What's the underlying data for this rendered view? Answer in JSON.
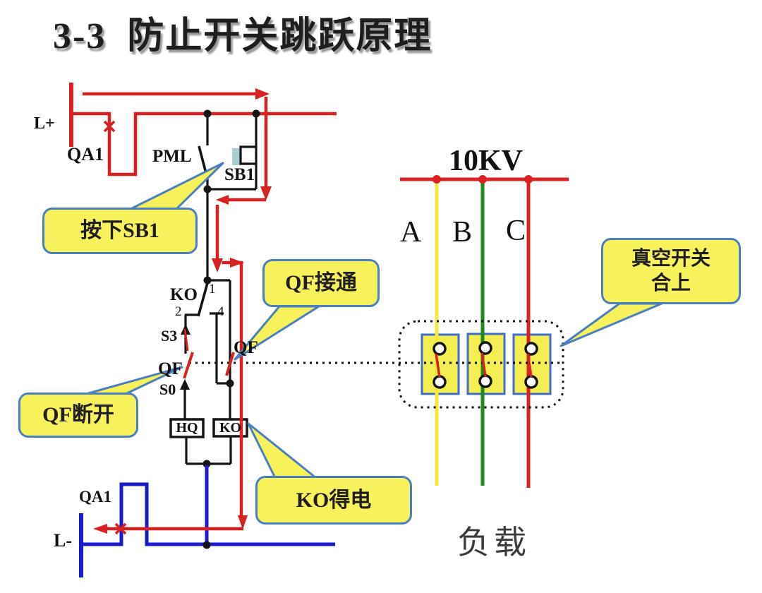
{
  "title": "3-3  防止开关跳跃原理",
  "control_circuit": {
    "l_plus": "L+",
    "qa1": "QA1",
    "pml": "PML",
    "sb1": "SB1",
    "ko_contact": "KO",
    "n1": "1",
    "n2": "2",
    "n4": "4",
    "s3": "S3",
    "qf_left": "QF",
    "s0": "S0",
    "qf_right": "QF",
    "hq_coil": "HQ",
    "ko_coil": "KO",
    "qa1_wave": "QA1",
    "l_minus": "L-"
  },
  "power_circuit": {
    "bus_voltage": "10KV",
    "phase_a": "A",
    "phase_b": "B",
    "phase_c": "C",
    "load": "负载"
  },
  "callouts": {
    "press_sb1": "按下SB1",
    "qf_closed": "QF接通",
    "qf_open": "QF断开",
    "ko_energized": "KO得电",
    "vacuum_line1": "真空开关",
    "vacuum_line2": "合上"
  },
  "colors": {
    "wire_red": "#d92121",
    "wire_blue": "#1a1acc",
    "phase_yellow": "#f2e93e",
    "phase_green": "#1d8a1d",
    "callout_fill": "#f7f25c",
    "callout_border": "#4a7fc1"
  }
}
